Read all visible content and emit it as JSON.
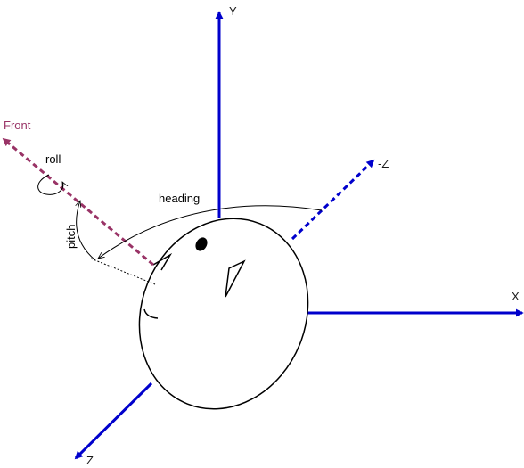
{
  "labels": {
    "y_axis": "Y",
    "x_axis": "X",
    "z_axis": "Z",
    "neg_z_axis": "-Z",
    "front": "Front",
    "roll": "roll",
    "pitch": "pitch",
    "heading": "heading"
  },
  "colors": {
    "axis": "#0000cc",
    "front": "#993366",
    "outline": "#000000"
  }
}
